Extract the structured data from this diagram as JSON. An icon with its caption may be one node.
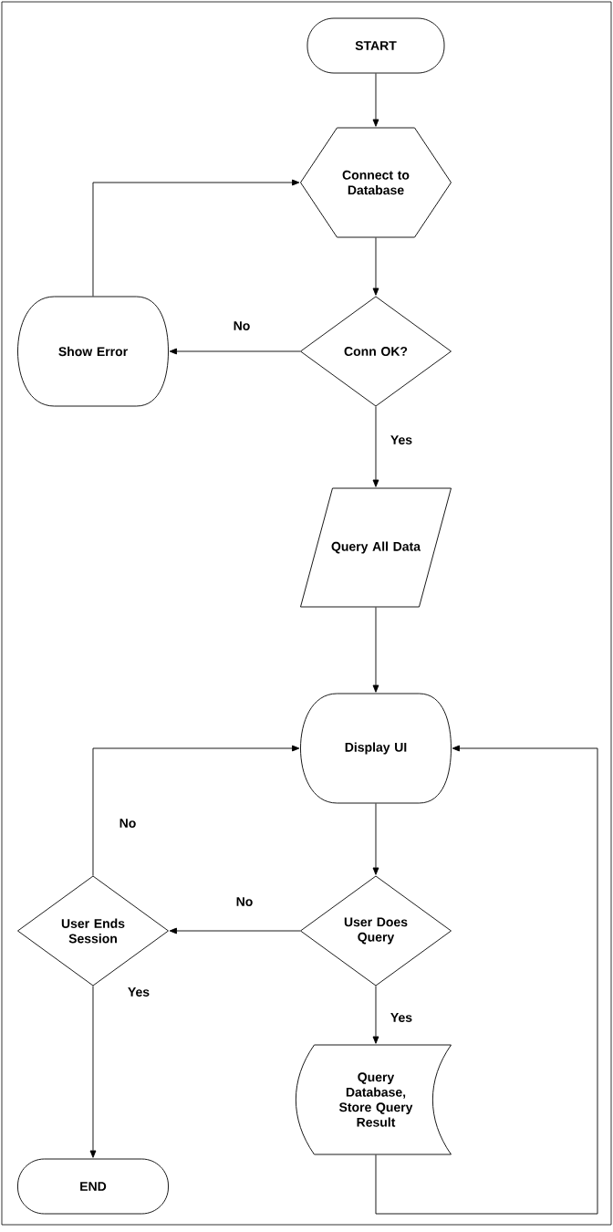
{
  "diagram": {
    "nodes": [
      {
        "text": [
          "START"
        ]
      },
      {
        "text": [
          "Connect to Database"
        ]
      },
      {
        "text": [
          "Show Error"
        ]
      },
      {
        "text": [
          "Conn OK?"
        ]
      },
      {
        "text": [
          "Query All Data"
        ]
      },
      {
        "text": [
          "Display UI"
        ]
      },
      {
        "text": [
          "User Does Query"
        ]
      },
      {
        "text": [
          "User Ends Session"
        ]
      },
      {
        "text": [
          "Query Database, Store Query Result"
        ]
      },
      {
        "text": [
          "END"
        ]
      }
    ],
    "edges": [
      {
        "from": 0,
        "to": 1,
        "arrow": "to"
      },
      {
        "from": 1,
        "to": 3,
        "arrow": "to"
      },
      {
        "from": 3,
        "to": 2,
        "arrow": "to",
        "label": "No"
      },
      {
        "from": 2,
        "to": 1,
        "arrow": "to"
      },
      {
        "from": 3,
        "to": 4,
        "arrow": "to",
        "label": "Yes"
      },
      {
        "from": 4,
        "to": 5,
        "arrow": "to"
      },
      {
        "from": 5,
        "to": 6,
        "arrow": "to"
      },
      {
        "from": 6,
        "to": 7,
        "arrow": "to",
        "label": "No"
      },
      {
        "from": 6,
        "to": 8,
        "arrow": "to",
        "label": "Yes"
      },
      {
        "from": 7,
        "to": 5,
        "arrow": "to",
        "label": "No"
      },
      {
        "from": 7,
        "to": 9,
        "arrow": "to",
        "label": "Yes"
      },
      {
        "from": 8,
        "to": 5,
        "arrow": "to"
      }
    ]
  }
}
